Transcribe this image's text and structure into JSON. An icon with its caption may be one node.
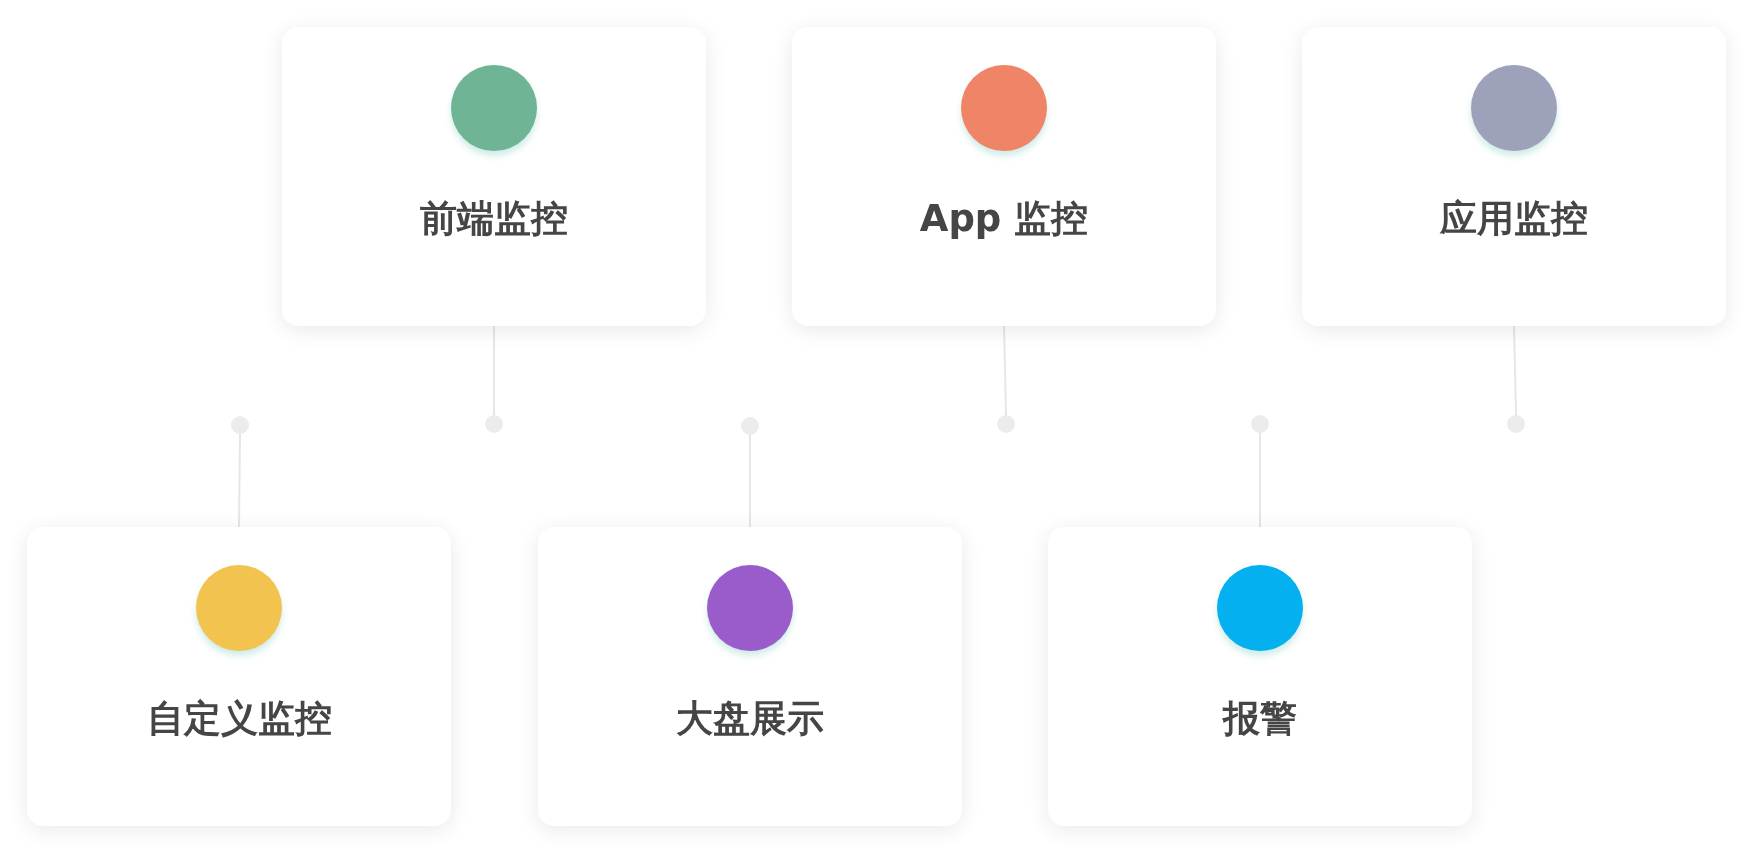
{
  "diagram": {
    "nodes": [
      {
        "text": [
          "前端监控"
        ]
      },
      {
        "text": [
          "App 监控"
        ]
      },
      {
        "text": [
          "应用监控"
        ]
      },
      {
        "text": [],
        "shape": "circle"
      },
      {
        "text": [],
        "shape": "circle"
      },
      {
        "text": [],
        "shape": "circle"
      },
      {
        "text": [],
        "shape": "circle"
      },
      {
        "text": [],
        "shape": "circle"
      },
      {
        "text": [],
        "shape": "circle"
      },
      {
        "text": [
          "自定义监控"
        ]
      },
      {
        "text": [
          "大盘展示"
        ]
      },
      {
        "text": [
          "报警"
        ]
      }
    ],
    "edges": [
      {
        "from": 0,
        "to": 4,
        "arrow": "none"
      },
      {
        "from": 1,
        "to": 6,
        "arrow": "none"
      },
      {
        "from": 2,
        "to": 8,
        "arrow": "none"
      },
      {
        "from": 9,
        "to": 3,
        "arrow": "none"
      },
      {
        "from": 10,
        "to": 5,
        "arrow": "none"
      },
      {
        "from": 11,
        "to": 7,
        "arrow": "none"
      }
    ]
  }
}
